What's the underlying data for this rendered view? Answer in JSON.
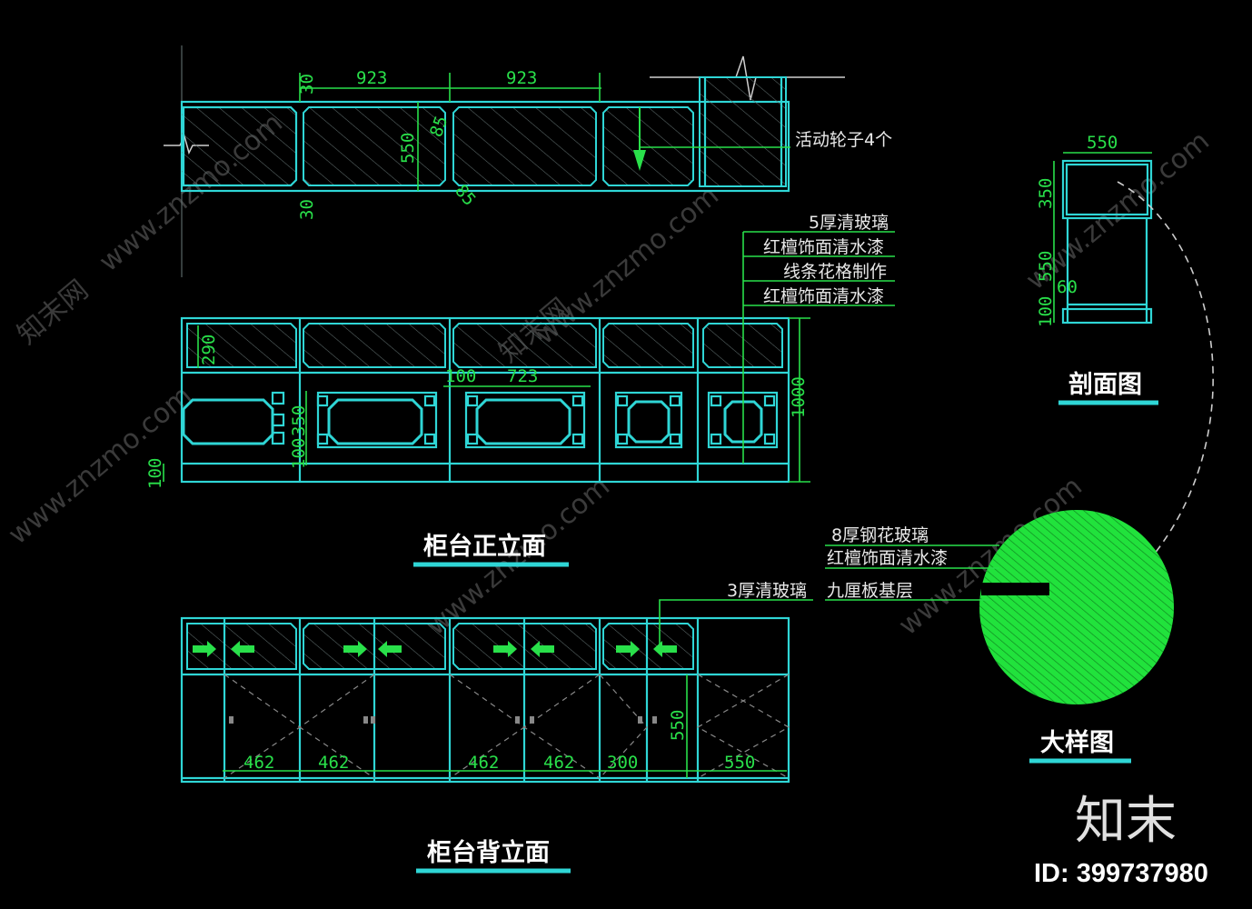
{
  "titles": {
    "front_elevation": "柜台正立面",
    "back_elevation": "柜台背立面",
    "section": "剖面图",
    "detail": "大样图"
  },
  "plan_dims": {
    "top_a": "923",
    "top_b": "923",
    "left_top": "30",
    "left_bottom": "30",
    "height": "550",
    "corner_a": "85",
    "corner_b": "85"
  },
  "front_dims": {
    "upper": "290",
    "bottom_base": "100",
    "panel_h": "350",
    "panel_base": "100",
    "inset_a": "100",
    "inset_b": "723",
    "overall": "1000"
  },
  "section_dims": {
    "width": "550",
    "upper": "350",
    "mid": "550",
    "small": "60",
    "base": "100"
  },
  "back_dims": {
    "d1": "462",
    "d2": "462",
    "d3": "462",
    "d4": "462",
    "d5": "300",
    "d6": "550",
    "door_h": "550"
  },
  "labels": {
    "wheels": "活动轮子4个",
    "glass5": "5厚清玻璃",
    "redwood1": "红檀饰面清水漆",
    "lattice": "线条花格制作",
    "redwood2": "红檀饰面清水漆",
    "glass8": "8厚钢花玻璃",
    "redwood3": "红檀饰面清水漆",
    "glass3": "3厚清玻璃",
    "plywood": "九厘板基层"
  },
  "watermark": {
    "site": "www.znzmo.com",
    "cn": "知末网",
    "brand": "知末",
    "id": "ID: 399737980"
  },
  "colors": {
    "cyan": "#2fd6d6",
    "green": "#29e04a",
    "background": "#000000"
  }
}
